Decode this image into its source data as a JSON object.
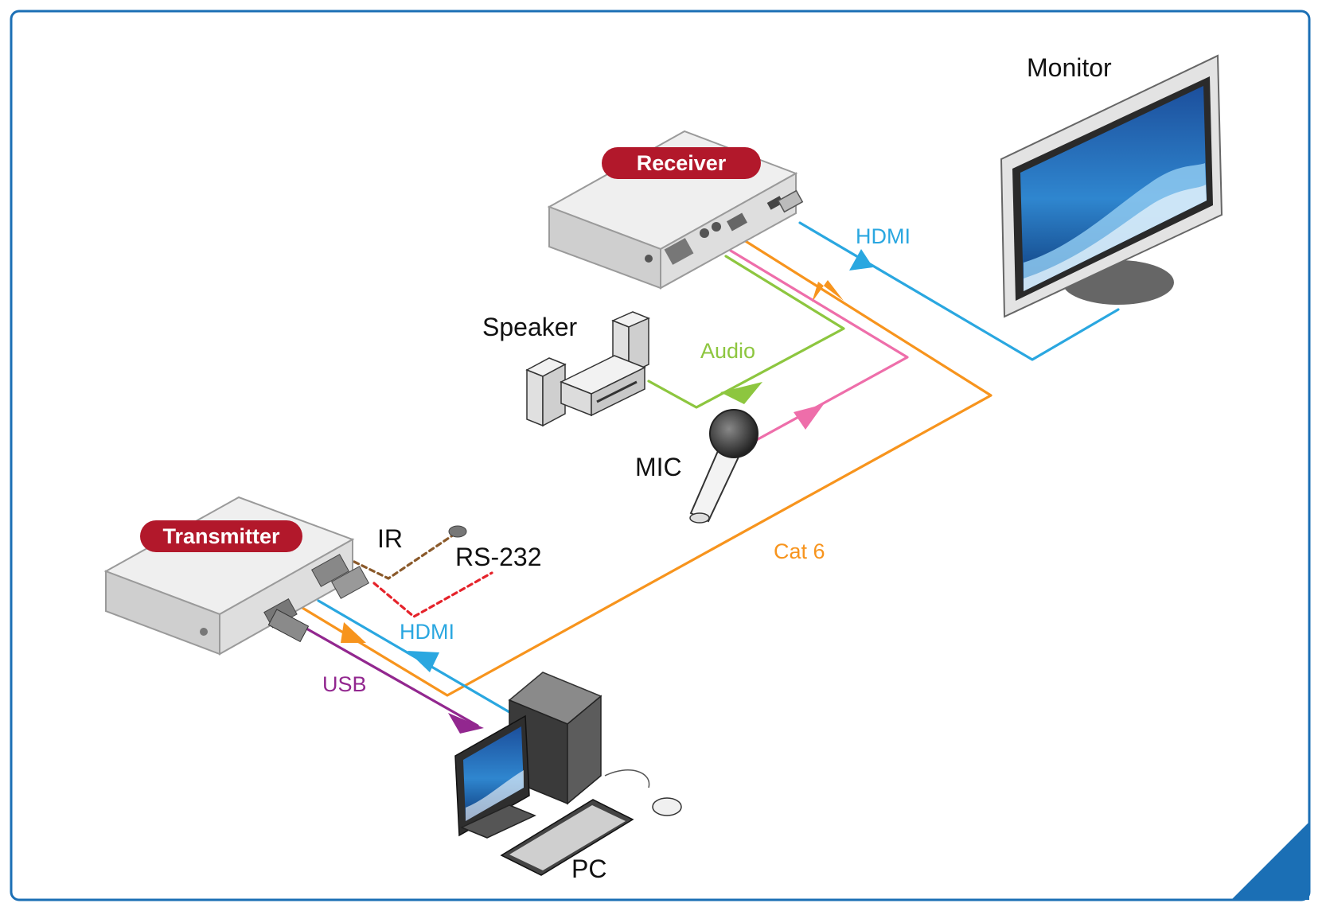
{
  "colors": {
    "frame": "#1b6fb5",
    "hdmi": "#2aa7e0",
    "cat6": "#f7941d",
    "audio": "#8dc63f",
    "mic": "#ee6eaa",
    "usb": "#92278f",
    "ir": "#8b5a2b",
    "rs232": "#e5232b",
    "badge": "#b2182b",
    "device_top": "#efefef",
    "device_front": "#d3d3d3"
  },
  "devices": {
    "receiver": "Receiver",
    "transmitter": "Transmitter",
    "monitor": "Monitor",
    "speaker": "Speaker",
    "mic": "MIC",
    "pc": "PC"
  },
  "cables": {
    "hdmi_receiver": "HDMI",
    "hdmi_transmitter": "HDMI",
    "audio": "Audio",
    "cat6": "Cat 6",
    "usb": "USB",
    "ir": "IR",
    "rs232": "RS-232"
  }
}
